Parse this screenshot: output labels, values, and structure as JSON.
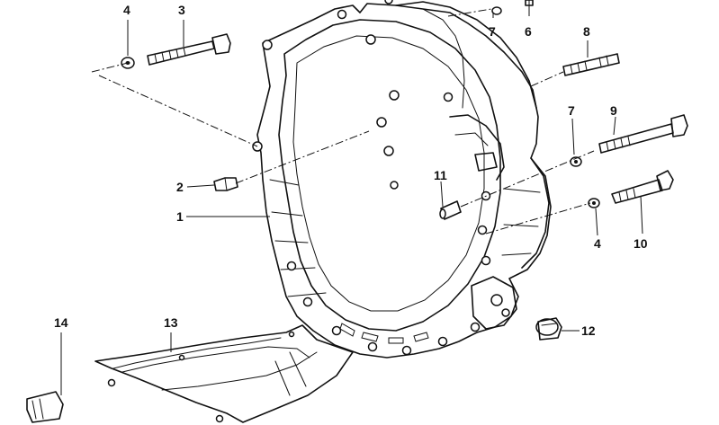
{
  "callouts": {
    "c1": "1",
    "c2": "2",
    "c3": "3",
    "c4a": "4",
    "c4b": "4",
    "c6": "6",
    "c7a": "7",
    "c7b": "7",
    "c8": "8",
    "c9": "9",
    "c10": "10",
    "c11": "11",
    "c12": "12",
    "c13": "13",
    "c14": "14"
  },
  "colors": {
    "ink": "#111111",
    "paper": "#ffffff"
  }
}
